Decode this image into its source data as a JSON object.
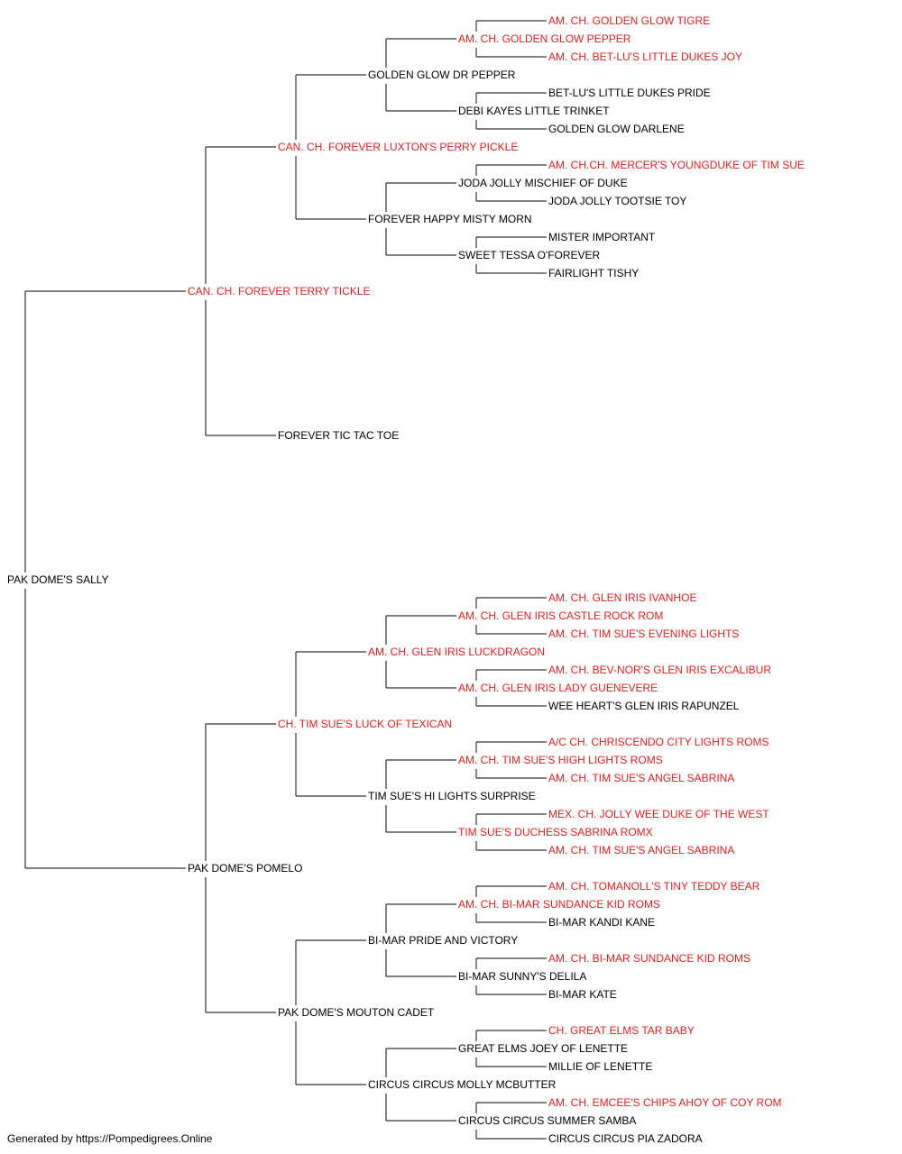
{
  "colors": {
    "champion": "#e31e1e",
    "normal": "#000000",
    "line": "#333333"
  },
  "root": {
    "name": "PAK DOME'S SALLY",
    "champion": false,
    "sire": {
      "name": "CAN. CH. FOREVER TERRY TICKLE",
      "champion": true,
      "sire": {
        "name": "CAN. CH. FOREVER LUXTON'S PERRY PICKLE",
        "champion": true,
        "sire": {
          "name": "GOLDEN GLOW DR PEPPER",
          "champion": false,
          "sire": {
            "name": "AM. CH. GOLDEN GLOW PEPPER",
            "champion": true,
            "sire": {
              "name": "AM. CH. GOLDEN GLOW TIGRE",
              "champion": true
            },
            "dam": {
              "name": "AM. CH. BET-LU'S LITTLE DUKES JOY",
              "champion": true
            }
          },
          "dam": {
            "name": "DEBI KAYES LITTLE TRINKET",
            "champion": false,
            "sire": {
              "name": "BET-LU'S LITTLE DUKES PRIDE",
              "champion": false
            },
            "dam": {
              "name": "GOLDEN GLOW DARLENE",
              "champion": false
            }
          }
        },
        "dam": {
          "name": "FOREVER HAPPY MISTY MORN",
          "champion": false,
          "sire": {
            "name": "JODA JOLLY MISCHIEF OF DUKE",
            "champion": false,
            "sire": {
              "name": "AM. CH.CH. MERCER'S YOUNGDUKE OF TIM SUE",
              "champion": true
            },
            "dam": {
              "name": "JODA JOLLY TOOTSIE TOY",
              "champion": false
            }
          },
          "dam": {
            "name": "SWEET TESSA O'FOREVER",
            "champion": false,
            "sire": {
              "name": "MISTER IMPORTANT",
              "champion": false
            },
            "dam": {
              "name": "FAIRLIGHT TISHY",
              "champion": false
            }
          }
        }
      },
      "dam": {
        "name": "FOREVER TIC TAC TOE",
        "champion": false
      }
    },
    "dam": {
      "name": "PAK DOME'S POMELO",
      "champion": false,
      "sire": {
        "name": "CH. TIM SUE'S LUCK OF TEXICAN",
        "champion": true,
        "sire": {
          "name": "AM. CH. GLEN IRIS LUCKDRAGON",
          "champion": true,
          "sire": {
            "name": "AM. CH. GLEN IRIS CASTLE ROCK ROM",
            "champion": true,
            "sire": {
              "name": "AM. CH. GLEN IRIS IVANHOE",
              "champion": true
            },
            "dam": {
              "name": "AM. CH. TIM SUE'S EVENING LIGHTS",
              "champion": true
            }
          },
          "dam": {
            "name": "AM. CH. GLEN IRIS LADY GUENEVERE",
            "champion": true,
            "sire": {
              "name": "AM. CH. BEV-NOR'S GLEN IRIS EXCALIBUR",
              "champion": true
            },
            "dam": {
              "name": "WEE HEART'S GLEN IRIS RAPUNZEL",
              "champion": false
            }
          }
        },
        "dam": {
          "name": "TIM SUE'S HI LIGHTS SURPRISE",
          "champion": false,
          "sire": {
            "name": "AM. CH. TIM SUE'S HIGH LIGHTS ROMS",
            "champion": true,
            "sire": {
              "name": "A/C CH. CHRISCENDO CITY LIGHTS ROMS",
              "champion": true
            },
            "dam": {
              "name": "AM. CH. TIM SUE'S ANGEL SABRINA",
              "champion": true
            }
          },
          "dam": {
            "name": "TIM SUE'S DUCHESS SABRINA ROMX",
            "champion": true,
            "sire": {
              "name": "MEX. CH. JOLLY WEE DUKE OF THE WEST",
              "champion": true
            },
            "dam": {
              "name": "AM. CH. TIM SUE'S ANGEL SABRINA",
              "champion": true
            }
          }
        }
      },
      "dam": {
        "name": "PAK DOME'S MOUTON CADET",
        "champion": false,
        "sire": {
          "name": "BI-MAR PRIDE AND VICTORY",
          "champion": false,
          "sire": {
            "name": "AM. CH. BI-MAR SUNDANCE KID ROMS",
            "champion": true,
            "sire": {
              "name": "AM. CH. TOMANOLL'S TINY TEDDY BEAR",
              "champion": true
            },
            "dam": {
              "name": "BI-MAR KANDI KANE",
              "champion": false
            }
          },
          "dam": {
            "name": "BI-MAR SUNNY'S DELILA",
            "champion": false,
            "sire": {
              "name": "AM. CH. BI-MAR SUNDANCE KID ROMS",
              "champion": true
            },
            "dam": {
              "name": "BI-MAR KATE",
              "champion": false
            }
          }
        },
        "dam": {
          "name": "CIRCUS CIRCUS MOLLY MCBUTTER",
          "champion": false,
          "sire": {
            "name": "GREAT ELMS JOEY OF LENETTE",
            "champion": false,
            "sire": {
              "name": "CH. GREAT ELMS TAR BABY",
              "champion": true
            },
            "dam": {
              "name": "MILLIE OF LENETTE",
              "champion": false
            }
          },
          "dam": {
            "name": "CIRCUS CIRCUS SUMMER SAMBA",
            "champion": false,
            "sire": {
              "name": "AM. CH. EMCEE'S CHIPS AHOY OF COY ROM",
              "champion": true
            },
            "dam": {
              "name": "CIRCUS CIRCUS PIA ZADORA",
              "champion": false
            }
          }
        }
      }
    }
  },
  "footer": "Generated by https://Pompedigrees.Online"
}
